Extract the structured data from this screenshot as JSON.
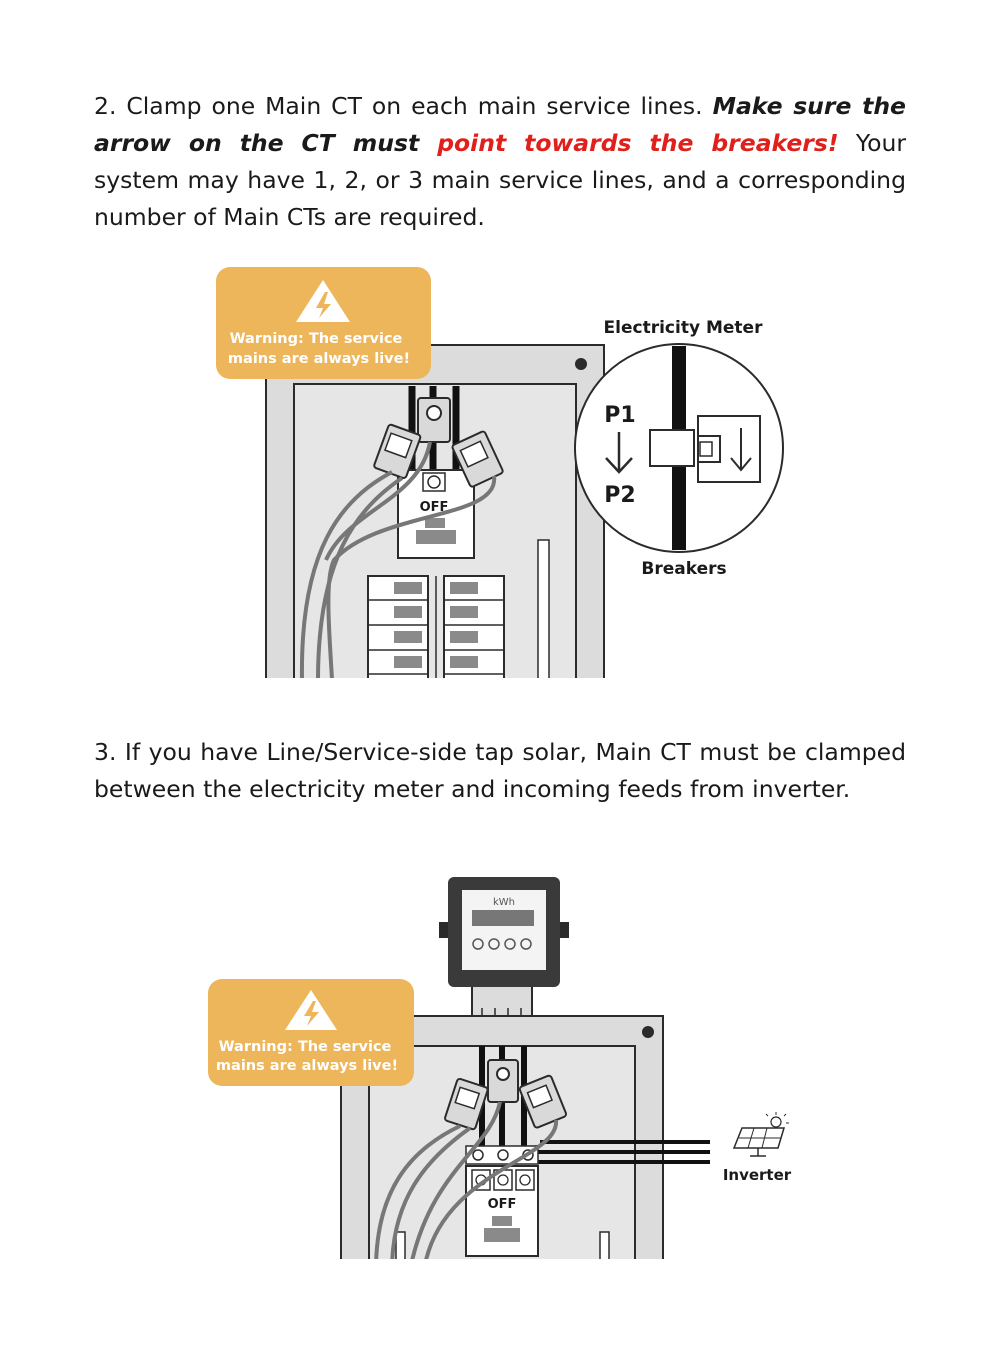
{
  "step2": {
    "lead": "2. Clamp one Main CT on each main service lines. ",
    "emphasis": "Make sure the arrow on the CT must ",
    "emphasis_red": "point towards the breakers!",
    "rest": " Your system may have 1, 2, or 3 main service lines, and a corresponding number of Main CTs are required."
  },
  "step3": {
    "text": "3. If you have Line/Service-side tap solar, Main CT must be clamped between the electricity meter and incoming feeds from inverter."
  },
  "figure1": {
    "warning_line1": "Warning: The service",
    "warning_line2": "mains are always live!",
    "breaker_label": "OFF",
    "zoom_title": "Electricity Meter",
    "zoom_p1": "P1",
    "zoom_p2": "P2",
    "zoom_bottom": "Breakers"
  },
  "figure2": {
    "warning_line1": "Warning: The service",
    "warning_line2": "mains are always live!",
    "meter_unit": "kWh",
    "breaker_label": "OFF",
    "inverter_label": "Inverter"
  },
  "colors": {
    "warning_bg": "#edb65b",
    "accent_red": "#e0201b",
    "panel_gray": "#dcdcdc",
    "outline": "#2b2b2b"
  },
  "icons": [
    "warning-triangle-icon",
    "arrow-down-icon",
    "solar-panel-icon"
  ]
}
